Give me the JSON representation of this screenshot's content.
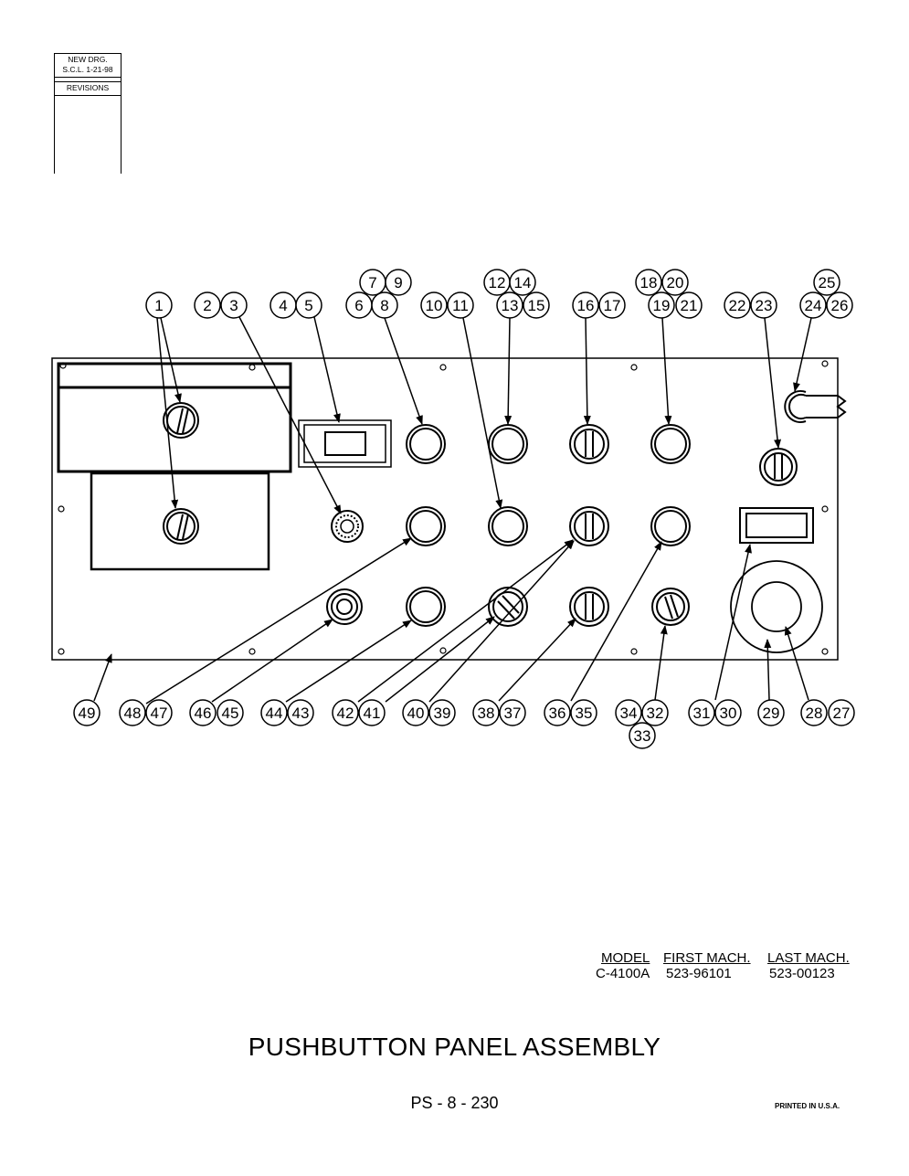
{
  "revision_block": {
    "line1": "NEW DRG.",
    "line2": "S.C.L.  1-21-98",
    "label": "REVISIONS"
  },
  "callouts_top": [
    "1",
    "2",
    "3",
    "4",
    "5",
    "6",
    "7",
    "8",
    "9",
    "10",
    "11",
    "12",
    "13",
    "14",
    "15",
    "16",
    "17",
    "18",
    "19",
    "20",
    "21",
    "22",
    "23",
    "24",
    "25",
    "26"
  ],
  "callouts_bottom": [
    "27",
    "28",
    "29",
    "30",
    "31",
    "32",
    "33",
    "34",
    "35",
    "36",
    "37",
    "38",
    "39",
    "40",
    "41",
    "42",
    "43",
    "44",
    "45",
    "46",
    "47",
    "48",
    "49"
  ],
  "model_table": {
    "headers": [
      "MODEL",
      "FIRST MACH.",
      "LAST MACH."
    ],
    "row": [
      "C-4100A",
      "523-96101",
      "523-00123"
    ]
  },
  "title": "PUSHBUTTON PANEL ASSEMBLY",
  "page_number": "PS - 8 - 230",
  "printed": "PRINTED IN U.S.A."
}
